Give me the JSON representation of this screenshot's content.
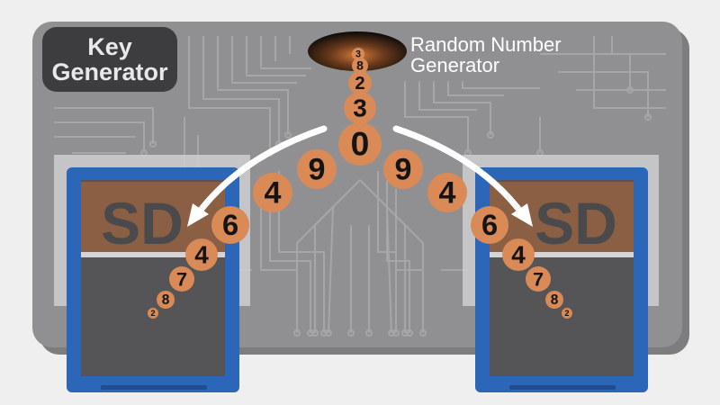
{
  "device": {
    "label_line1": "Key",
    "label_line2": "Generator"
  },
  "rng": {
    "label_line1": "Random Number",
    "label_line2": "Generator"
  },
  "stream": {
    "center": [
      "3",
      "8",
      "2",
      "3",
      "0"
    ],
    "left_arm": [
      "9",
      "4",
      "6",
      "4",
      "7",
      "8",
      "2"
    ],
    "right_arm": [
      "9",
      "4",
      "6",
      "4",
      "7",
      "8",
      "2"
    ]
  },
  "cards": {
    "left_text": "SD",
    "right_text": "SD"
  },
  "colors": {
    "device_body": "#909092",
    "device_shadow": "#7d7d80",
    "circuit": "#a6a6a8",
    "label_box": "#3d3d3f",
    "digit_bubble": "#d98a56",
    "digit_text": "#141414",
    "card_blue": "#2b66b8",
    "card_body": "#555557",
    "card_band": "#8a5f44",
    "arrow": "#ffffff"
  }
}
